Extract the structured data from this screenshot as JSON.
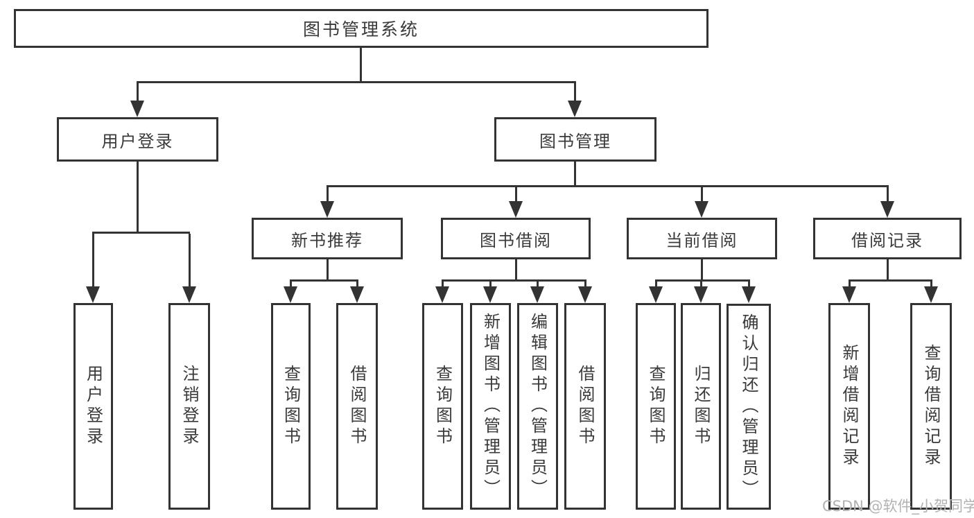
{
  "tree": {
    "root": {
      "label": "图书管理系统"
    },
    "branches": [
      {
        "label": "用户登录",
        "children": [
          {
            "label": "用户登录"
          },
          {
            "label": "注销登录"
          }
        ]
      },
      {
        "label": "图书管理",
        "children": [
          {
            "label": "新书推荐",
            "children": [
              {
                "label": "查询图书"
              },
              {
                "label": "借阅图书"
              }
            ]
          },
          {
            "label": "图书借阅",
            "children": [
              {
                "label": "查询图书"
              },
              {
                "label": "新增图书（管理员）"
              },
              {
                "label": "编辑图书（管理员）"
              },
              {
                "label": "借阅图书"
              }
            ]
          },
          {
            "label": "当前借阅",
            "children": [
              {
                "label": "查询图书"
              },
              {
                "label": "归还图书"
              },
              {
                "label": "确认归还（管理员）"
              }
            ]
          },
          {
            "label": "借阅记录",
            "children": [
              {
                "label": "新增借阅记录"
              },
              {
                "label": "查询借阅记录"
              }
            ]
          }
        ]
      }
    ]
  },
  "watermark": "CSDN @软件_小贺同学",
  "colors": {
    "line": "#333333",
    "text": "#3a3a3a",
    "background": "#ffffff",
    "watermark": "#b2b2b2"
  }
}
